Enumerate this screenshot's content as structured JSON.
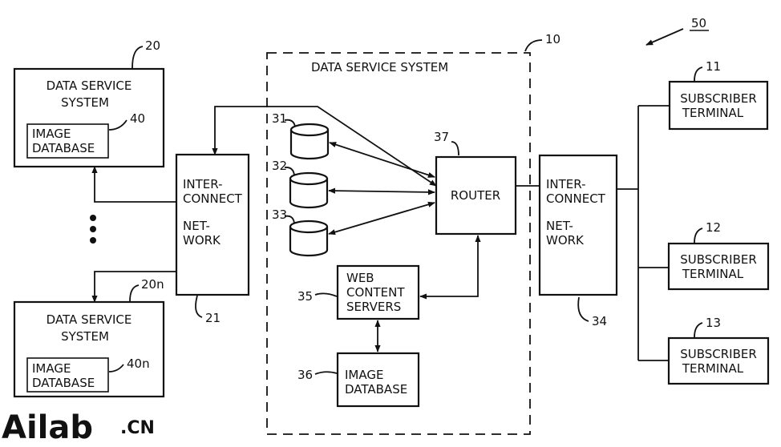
{
  "figure_ref": "50",
  "data_service_system": {
    "ref": "10",
    "title": "DATA SERVICE SYSTEM",
    "storage": [
      "31",
      "32",
      "33"
    ],
    "router": {
      "ref": "37",
      "label": "ROUTER"
    },
    "web_content_servers": {
      "ref": "35",
      "lines": [
        "WEB",
        "CONTENT",
        "SERVERS"
      ]
    },
    "image_database": {
      "ref": "36",
      "lines": [
        "IMAGE",
        "DATABASE"
      ]
    }
  },
  "remote_systems": [
    {
      "ref": "20",
      "lines": [
        "DATA SERVICE",
        "SYSTEM"
      ],
      "db_ref": "40",
      "db_lines": [
        "IMAGE",
        "DATABASE"
      ]
    },
    {
      "ref": "20n",
      "lines": [
        "DATA SERVICE",
        "SYSTEM"
      ],
      "db_ref": "40n",
      "db_lines": [
        "IMAGE",
        "DATABASE"
      ]
    }
  ],
  "interconnect_left": {
    "ref": "21",
    "lines": [
      "INTER-",
      "CONNECT",
      "NET-",
      "WORK"
    ]
  },
  "interconnect_right": {
    "ref": "34",
    "lines": [
      "INTER-",
      "CONNECT",
      "NET-",
      "WORK"
    ]
  },
  "subscribers": [
    {
      "ref": "11",
      "lines": [
        "SUBSCRIBER",
        "TERMINAL"
      ]
    },
    {
      "ref": "12",
      "lines": [
        "SUBSCRIBER",
        "TERMINAL"
      ]
    },
    {
      "ref": "13",
      "lines": [
        "SUBSCRIBER",
        "TERMINAL"
      ]
    }
  ],
  "watermark": {
    "main": "Ailab",
    "suffix": ".CN"
  }
}
